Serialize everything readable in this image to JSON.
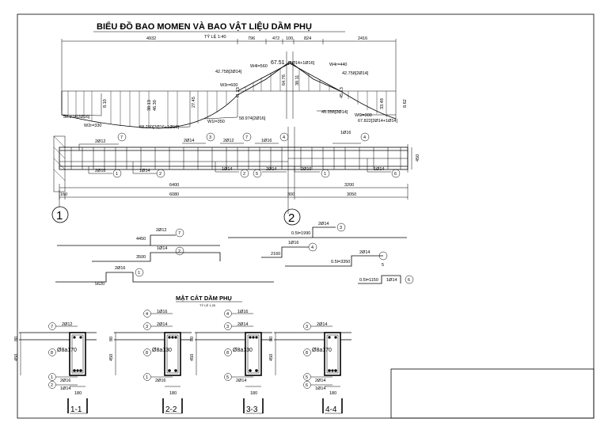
{
  "sheet": {
    "title": "BIỂU ĐỒ BAO MOMEN VÀ BAO VẬT LIỆU DẦM PHỤ",
    "scale": "TỶ LỆ 1:40"
  },
  "top_dims": [
    "4932",
    "796",
    "472",
    "100",
    "824",
    "2416"
  ],
  "moment_labels": {
    "w4l": "W4l=560",
    "w4r": "W4r=440",
    "m_support": "67.51",
    "support_bars": "[2Ø14+1Ø16]",
    "m42l": "42.758[2Ø14]",
    "m42r": "42.758[2Ø14]",
    "w3r": "W3r=600",
    "m58": "58.974[2Ø16]",
    "w2r": "W2r=330",
    "m68": "68.290[2Ø16+1Ø16]",
    "w1l": "W1l=350",
    "m58b": "58.974[2Ø16]",
    "m45": "45.356[2Ø14]",
    "w6": "W6l=300",
    "m67": "67.822[2Ø14+1Ø14]"
  },
  "vertical_values": [
    "8.10",
    "38.13",
    "46.30",
    "27.45",
    "41.23",
    "64.76",
    "38.11",
    "45.13",
    "33.48",
    "8.62"
  ],
  "rebar_above": [
    {
      "count": "2Ø12",
      "mark": "7"
    },
    {
      "count": "2Ø14",
      "mark": "3"
    },
    {
      "count": "2Ø12",
      "mark": "7"
    },
    {
      "count": "1Ø16",
      "mark": "4"
    },
    {
      "count": "1Ø16",
      "mark": "4"
    }
  ],
  "rebar_below": [
    {
      "count": "2Ø16",
      "mark": "1"
    },
    {
      "count": "1Ø14",
      "mark": "2"
    },
    {
      "count": "1Ø14",
      "mark": "2"
    },
    {
      "count": "2Ø14",
      "mark": "5"
    },
    {
      "count": "2Ø16",
      "mark": "1"
    },
    {
      "count": "1Ø14",
      "mark": "6"
    }
  ],
  "beam_height": "450",
  "spans": {
    "span1": "6400",
    "span2": "3200",
    "sub1": "6080",
    "sub2": "3050",
    "supp1": "160",
    "supp2": "300"
  },
  "axes": [
    "1",
    "2"
  ],
  "bar_shapes_left": [
    {
      "label": "2Ø12",
      "mark": "7",
      "len": "4450"
    },
    {
      "label": "1Ø14",
      "mark": "2",
      "len": "3500"
    },
    {
      "label": "2Ø16",
      "mark": "1",
      "len": "5620"
    }
  ],
  "bar_shapes_right": [
    {
      "label": "2Ø14",
      "mark": "3",
      "len": "0.5l=1990"
    },
    {
      "label": "1Ø16",
      "mark": "4",
      "len": "2160"
    },
    {
      "label": "2Ø14",
      "mark": "5",
      "len": "0.5l=3350"
    },
    {
      "label": "1Ø14",
      "mark": "6",
      "len": "0.5l=1150"
    }
  ],
  "section_title": "MẶT CẮT DẦM PHỤ",
  "section_scale": "TỶ LỆ 1:20",
  "sections": [
    {
      "name": "1-1",
      "top_mark": "7",
      "top": "2Ø12",
      "top2_mark": "",
      "top2": "",
      "stirrup_mark": "8",
      "stirrup": "Ø8a170",
      "bot_mark": "1",
      "bot": "2Ø16",
      "bot2_mark": "2",
      "bot2": "1Ø14",
      "h": "450",
      "slab": "80",
      "b": "180"
    },
    {
      "name": "2-2",
      "top_mark": "3",
      "top": "2Ø14",
      "top2_mark": "4",
      "top2": "1Ø16",
      "stirrup_mark": "8",
      "stirrup": "Ø8a130",
      "bot_mark": "1",
      "bot": "2Ø16",
      "bot2_mark": "",
      "bot2": "",
      "h": "450",
      "slab": "80",
      "b": "180"
    },
    {
      "name": "3-3",
      "top_mark": "3",
      "top": "2Ø14",
      "top2_mark": "4",
      "top2": "1Ø16",
      "stirrup_mark": "8",
      "stirrup": "Ø8a130",
      "bot_mark": "5",
      "bot": "2Ø14",
      "bot2_mark": "",
      "bot2": "",
      "h": "450",
      "slab": "80",
      "b": "180"
    },
    {
      "name": "4-4",
      "top_mark": "3",
      "top": "2Ø14",
      "top2_mark": "",
      "top2": "",
      "stirrup_mark": "8",
      "stirrup": "Ø8a170",
      "bot_mark": "5",
      "bot": "2Ø14",
      "bot2_mark": "6",
      "bot2": "1Ø14",
      "h": "450",
      "slab": "80",
      "b": "180"
    }
  ]
}
